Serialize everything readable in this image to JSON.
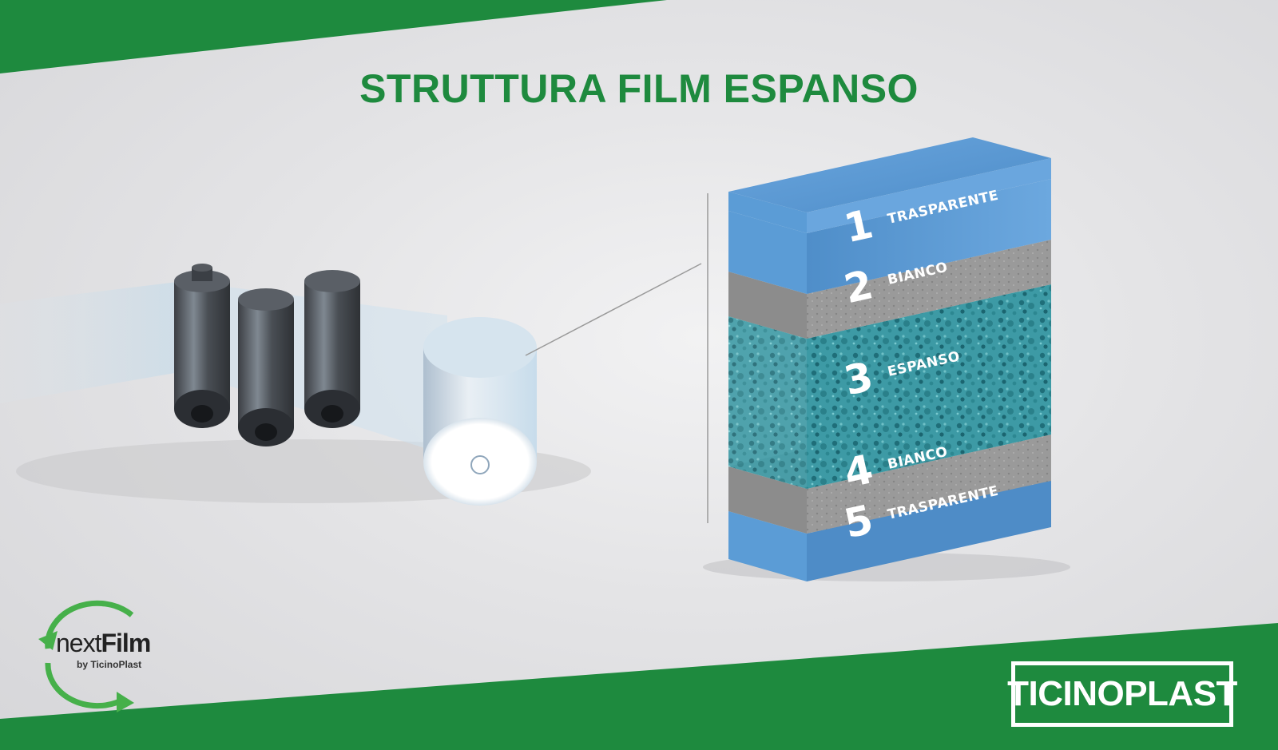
{
  "title": "STRUTTURA FILM ESPANSO",
  "layers": [
    {
      "num": "1",
      "name": "TRASPARENTE"
    },
    {
      "num": "2",
      "name": "BIANCO"
    },
    {
      "num": "3",
      "name": "ESPANSO"
    },
    {
      "num": "4",
      "name": "BIANCO"
    },
    {
      "num": "5",
      "name": "TRASPARENTE"
    }
  ],
  "logos": {
    "nextfilm_next": "next",
    "nextfilm_film": "Film",
    "nextfilm_by": "by TicinoPlast",
    "ticinoplast": "TICINOPLAST"
  },
  "colors": {
    "brand_green": "#1e8a3e",
    "transparent_layer": "#5f9fd6",
    "white_layer": "#9c9c9c",
    "foam_layer": "#3f9aa3"
  }
}
